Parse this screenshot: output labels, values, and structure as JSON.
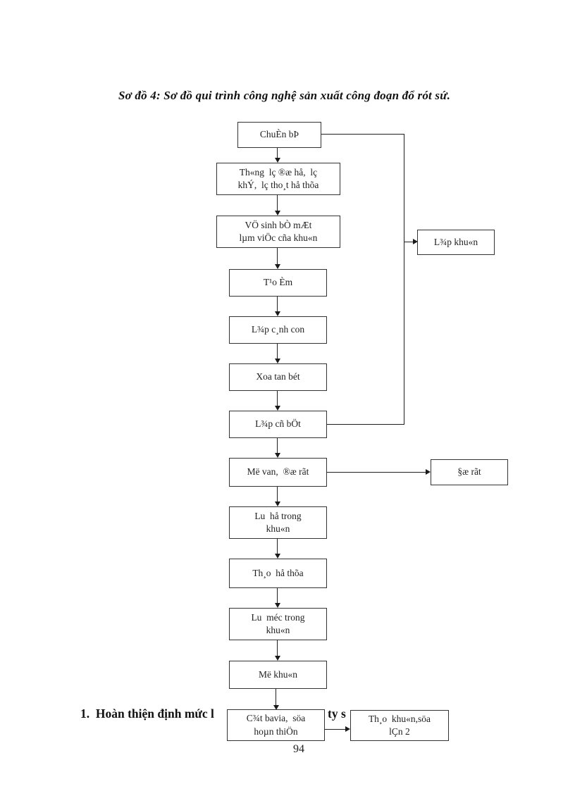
{
  "title": "Sơ đồ 4: Sơ đồ qui trình công nghệ sản xuất công đoạn đổ rót sứ.",
  "flowchart": {
    "main_sequence": [
      "ChuÈn bÞ",
      "Th«ng  lç ®æ hå,  lç\nkhÝ,  lç tho¸t hå thõa",
      "VÖ sinh bÒ mÆt\nlµm viÖc cña khu«n",
      "T¹o Èm",
      "L¾p c¸nh con",
      "Xoa tan bét",
      "L¾p cñ bÖt",
      "Më van,  ®æ rãt",
      "Lu  hå trong\nkhu«n",
      "Th¸o  hå thõa",
      "Lu  méc trong\nkhu«n",
      "Më khu«n",
      "C¾t bavia,  söa\nhoµn thiÖn"
    ],
    "side_boxes": [
      "L¾p khu«n",
      "§æ rãt",
      "Th¸o  khu«n,söa\nlÇn 2"
    ]
  },
  "footer": {
    "left_fragment": "1.  Hoàn thiện định mức l",
    "right_fragment": "ty s",
    "page_number": "94"
  }
}
